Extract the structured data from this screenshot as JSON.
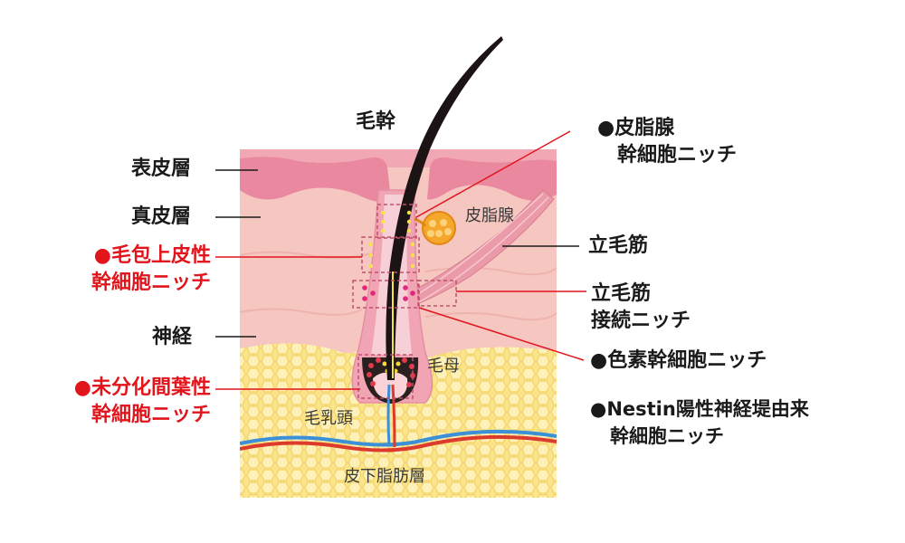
{
  "labels": {
    "hair_shaft": "毛幹",
    "epidermis": "表皮層",
    "dermis": "真皮層",
    "hf_epithelial_niche": [
      "●毛包上皮性",
      "幹細胞ニッチ"
    ],
    "nerve": "神経",
    "mesenchymal_niche": [
      "●未分化間葉性",
      "幹細胞ニッチ"
    ],
    "sebaceous_niche": [
      "●皮脂腺",
      "幹細胞ニッチ"
    ],
    "arrector_pili": "立毛筋",
    "arrector_pili_niche": [
      "立毛筋",
      "接続ニッチ"
    ],
    "melanocyte_niche": "●色素幹細胞ニッチ",
    "nestin_niche": [
      "●Nestin陽性神経堤由来",
      "幹細胞ニッチ"
    ]
  },
  "inner_labels": {
    "sebaceous_gland": "皮脂腺",
    "hair_matrix": "毛母",
    "dermal_papilla": "毛乳頭",
    "subcutaneous_fat": "皮下脂肪層"
  },
  "colors": {
    "leader_red": "#e2141c",
    "leader_black": "#1a1a1a",
    "epidermis": "#e9889f",
    "dermis": "#f6c6c0",
    "fat": "#fbe58a",
    "vein": "#3b90d8",
    "artery": "#dd3a2e"
  }
}
